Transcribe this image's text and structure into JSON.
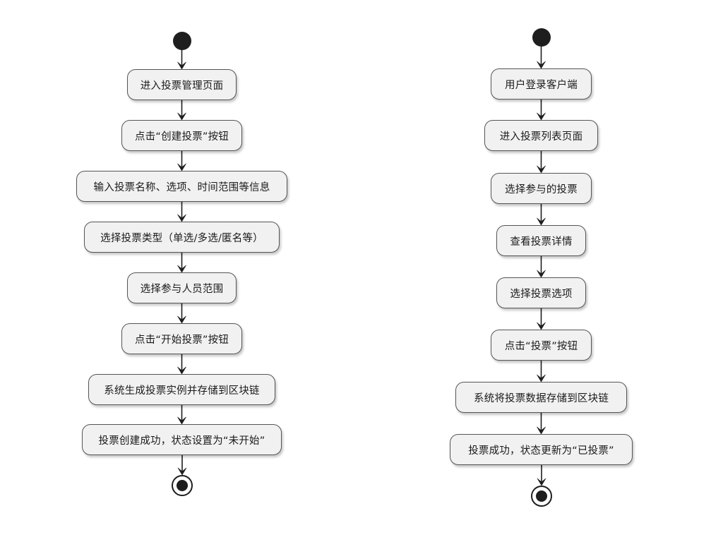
{
  "flows": {
    "left": {
      "steps": [
        "进入投票管理页面",
        "点击“创建投票”按钮",
        "输入投票名称、选项、时间范围等信息",
        "选择投票类型（单选/多选/匿名等）",
        "选择参与人员范围",
        "点击“开始投票”按钮",
        "系统生成投票实例并存储到区块链",
        "投票创建成功，状态设置为“未开始”"
      ]
    },
    "right": {
      "steps": [
        "用户登录客户端",
        "进入投票列表页面",
        "选择参与的投票",
        "查看投票详情",
        "选择投票选项",
        "点击“投票”按钮",
        "系统将投票数据存储到区块链",
        "投票成功，状态更新为“已投票”"
      ]
    }
  },
  "colors": {
    "node_fill": "#f1f1f1",
    "node_border": "#555555",
    "line": "#1e1e1e",
    "start_end": "#1e1e1e"
  }
}
